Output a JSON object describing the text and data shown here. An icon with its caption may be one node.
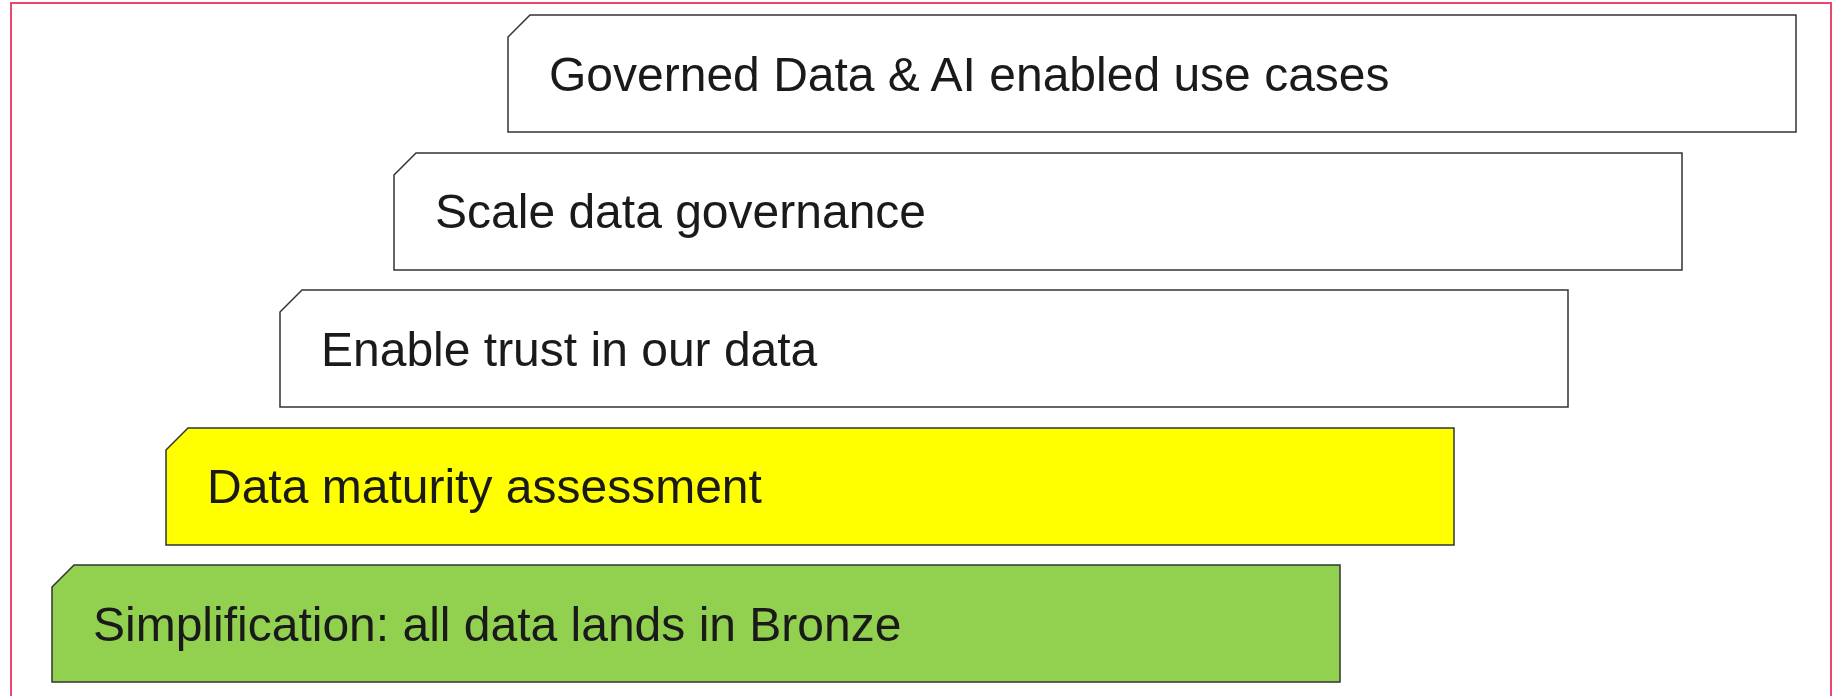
{
  "diagram": {
    "nodes": [
      {
        "text": [
          "Governed Data & AI enabled use cases"
        ]
      },
      {
        "text": [
          "Scale data governance"
        ]
      },
      {
        "text": [
          "Enable trust in our data"
        ]
      },
      {
        "text": [
          "Data maturity assessment"
        ]
      },
      {
        "text": [
          "Simplification: all data lands in Bronze"
        ]
      }
    ]
  }
}
